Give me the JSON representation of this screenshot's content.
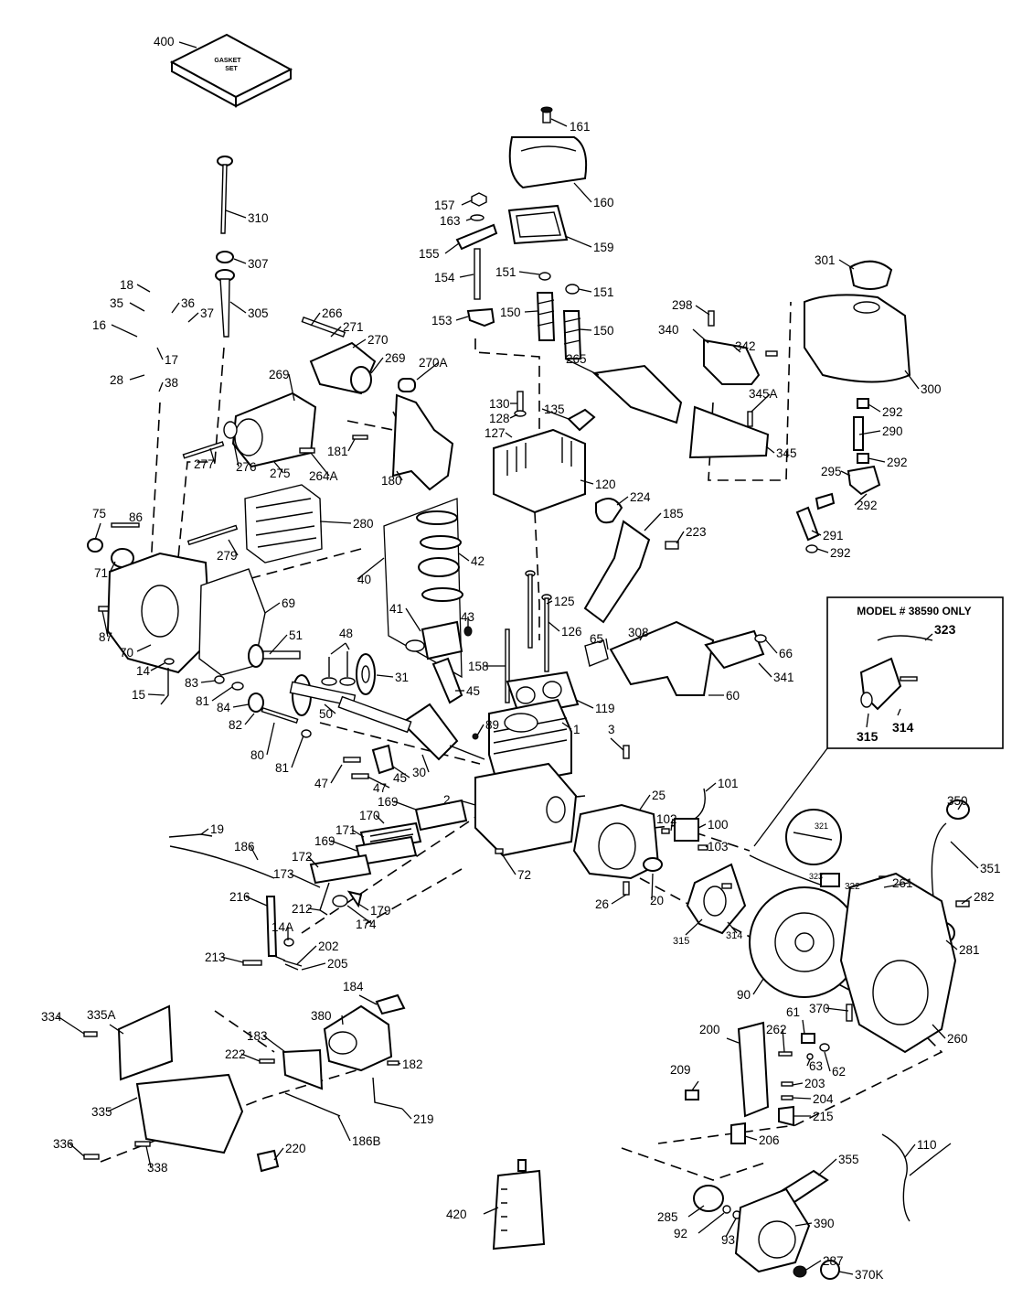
{
  "gasket_set_text": [
    "GASKET",
    "SET"
  ],
  "model_box": {
    "title": "MODEL # 38590  ONLY",
    "labels": [
      "323",
      "315",
      "314"
    ]
  },
  "callouts": [
    "400",
    "161",
    "160",
    "159",
    "157",
    "163",
    "155",
    "154",
    "151",
    "151",
    "150",
    "150",
    "153",
    "310",
    "307",
    "305",
    "18",
    "35",
    "36",
    "37",
    "16",
    "17",
    "28",
    "38",
    "266",
    "271",
    "270",
    "269",
    "269",
    "270A",
    "265",
    "298",
    "340",
    "342",
    "301",
    "300",
    "345A",
    "345",
    "292",
    "290",
    "292",
    "295",
    "292",
    "291",
    "292",
    "130",
    "128",
    "135",
    "127",
    "120",
    "224",
    "185",
    "223",
    "181",
    "264A",
    "180",
    "277",
    "276",
    "275",
    "280",
    "279",
    "75",
    "86",
    "71",
    "87",
    "70",
    "69",
    "51",
    "14",
    "15",
    "48",
    "40",
    "42",
    "41",
    "43",
    "125",
    "126",
    "158",
    "65",
    "308",
    "66",
    "341",
    "60",
    "45",
    "31",
    "50",
    "119",
    "1",
    "83",
    "81",
    "84",
    "82",
    "80",
    "81",
    "89",
    "3",
    "47",
    "47",
    "45",
    "30",
    "2",
    "25",
    "101",
    "100",
    "102",
    "103",
    "19",
    "186",
    "170",
    "169",
    "171",
    "169",
    "172",
    "173",
    "212",
    "179",
    "174",
    "72",
    "26",
    "20",
    "216",
    "14A",
    "202",
    "205",
    "213",
    "321",
    "323",
    "322",
    "261",
    "350",
    "351",
    "282",
    "281",
    "315",
    "314",
    "90",
    "370",
    "260",
    "184",
    "380",
    "183",
    "222",
    "182",
    "219",
    "186B",
    "334",
    "335A",
    "335",
    "336",
    "338",
    "220",
    "200",
    "262",
    "61",
    "63",
    "62",
    "209",
    "203",
    "204",
    "215",
    "206",
    "110",
    "355",
    "285",
    "92",
    "93",
    "390",
    "287",
    "370K",
    "420"
  ]
}
